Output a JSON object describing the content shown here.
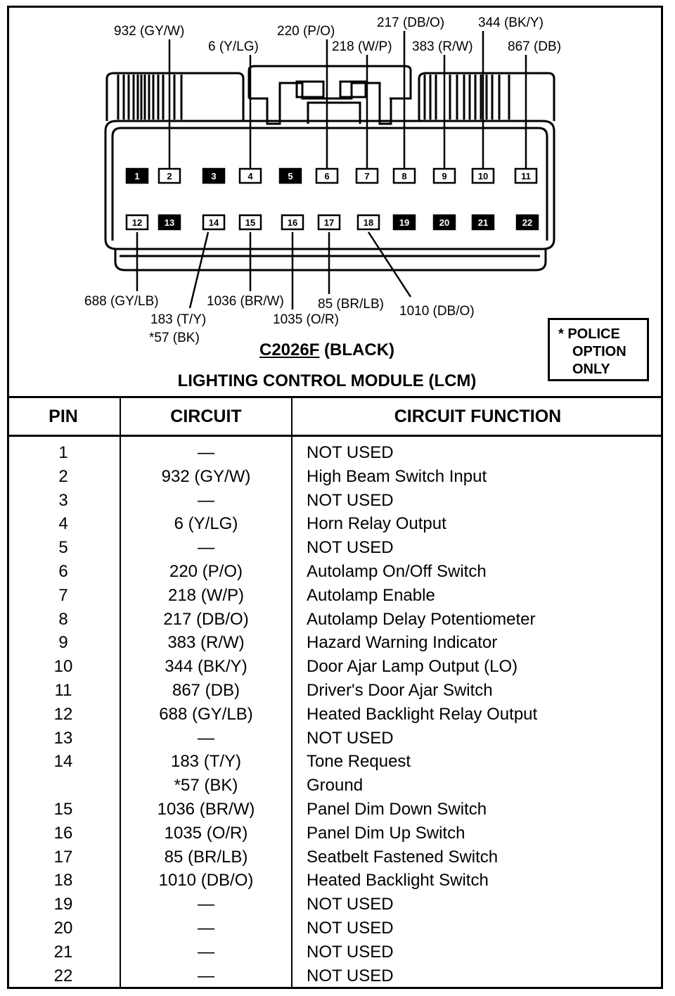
{
  "connector": {
    "id": "C2026F",
    "color_suffix": " (BLACK)",
    "module_name": "LIGHTING CONTROL MODULE (LCM)",
    "police_note": [
      "* POLICE",
      "OPTION",
      "ONLY"
    ],
    "top_row_pins": [
      {
        "pin": "1",
        "used": false
      },
      {
        "pin": "2",
        "used": true
      },
      {
        "pin": "3",
        "used": false
      },
      {
        "pin": "4",
        "used": true
      },
      {
        "pin": "5",
        "used": false
      },
      {
        "pin": "6",
        "used": true
      },
      {
        "pin": "7",
        "used": true
      },
      {
        "pin": "8",
        "used": true
      },
      {
        "pin": "9",
        "used": true
      },
      {
        "pin": "10",
        "used": true
      },
      {
        "pin": "11",
        "used": true
      }
    ],
    "bottom_row_pins": [
      {
        "pin": "12",
        "used": true
      },
      {
        "pin": "13",
        "used": false
      },
      {
        "pin": "14",
        "used": true
      },
      {
        "pin": "15",
        "used": true
      },
      {
        "pin": "16",
        "used": true
      },
      {
        "pin": "17",
        "used": true
      },
      {
        "pin": "18",
        "used": true
      },
      {
        "pin": "19",
        "used": false
      },
      {
        "pin": "20",
        "used": false
      },
      {
        "pin": "21",
        "used": false
      },
      {
        "pin": "22",
        "used": false
      }
    ],
    "wire_labels": {
      "p2": "932 (GY/W)",
      "p4": "6 (Y/LG)",
      "p6": "220 (P/O)",
      "p7": "218 (W/P)",
      "p8": "217 (DB/O)",
      "p9": "383 (R/W)",
      "p10": "344 (BK/Y)",
      "p11": "867 (DB)",
      "p12": "688 (GY/LB)",
      "p14a": "183 (T/Y)",
      "p14b": "*57 (BK)",
      "p15": "1036 (BR/W)",
      "p16": "1035 (O/R)",
      "p17": "85 (BR/LB)",
      "p18": "1010 (DB/O)"
    }
  },
  "table": {
    "headers": [
      "PIN",
      "CIRCUIT",
      "CIRCUIT FUNCTION"
    ],
    "rows": [
      {
        "pin": "1",
        "circuit": "—",
        "function": "NOT USED"
      },
      {
        "pin": "2",
        "circuit": "932 (GY/W)",
        "function": "High Beam Switch Input"
      },
      {
        "pin": "3",
        "circuit": "—",
        "function": "NOT USED"
      },
      {
        "pin": "4",
        "circuit": "6 (Y/LG)",
        "function": "Horn Relay Output"
      },
      {
        "pin": "5",
        "circuit": "—",
        "function": "NOT USED"
      },
      {
        "pin": "6",
        "circuit": "220 (P/O)",
        "function": "Autolamp On/Off Switch"
      },
      {
        "pin": "7",
        "circuit": "218 (W/P)",
        "function": "Autolamp Enable"
      },
      {
        "pin": "8",
        "circuit": "217 (DB/O)",
        "function": "Autolamp Delay Potentiometer"
      },
      {
        "pin": "9",
        "circuit": "383 (R/W)",
        "function": "Hazard Warning Indicator"
      },
      {
        "pin": "10",
        "circuit": "344 (BK/Y)",
        "function": "Door Ajar Lamp Output (LO)"
      },
      {
        "pin": "11",
        "circuit": "867 (DB)",
        "function": "Driver's Door Ajar Switch"
      },
      {
        "pin": "12",
        "circuit": "688 (GY/LB)",
        "function": "Heated Backlight Relay Output"
      },
      {
        "pin": "13",
        "circuit": "—",
        "function": "NOT USED"
      },
      {
        "pin": "14",
        "circuit": "183 (T/Y)",
        "function": "Tone Request"
      },
      {
        "pin": "",
        "circuit": "*57 (BK)",
        "function": "Ground"
      },
      {
        "pin": "15",
        "circuit": "1036 (BR/W)",
        "function": "Panel Dim Down Switch"
      },
      {
        "pin": "16",
        "circuit": "1035 (O/R)",
        "function": "Panel Dim Up Switch"
      },
      {
        "pin": "17",
        "circuit": "85 (BR/LB)",
        "function": "Seatbelt Fastened Switch"
      },
      {
        "pin": "18",
        "circuit": "1010 (DB/O)",
        "function": "Heated Backlight Switch"
      },
      {
        "pin": "19",
        "circuit": "—",
        "function": "NOT USED"
      },
      {
        "pin": "20",
        "circuit": "—",
        "function": "NOT USED"
      },
      {
        "pin": "21",
        "circuit": "—",
        "function": "NOT USED"
      },
      {
        "pin": "22",
        "circuit": "—",
        "function": "NOT USED"
      }
    ]
  }
}
